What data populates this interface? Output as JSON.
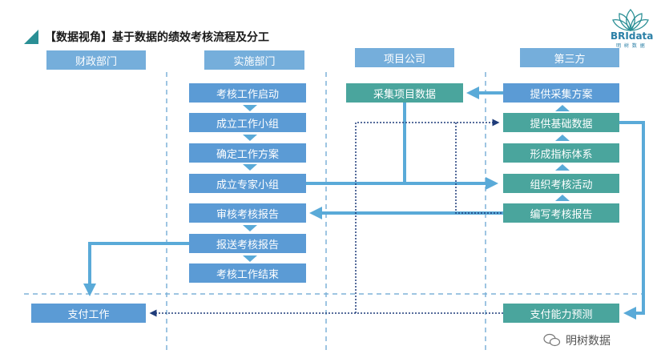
{
  "title": "【数据视角】基于数据的绩效考核流程及分工",
  "logo": {
    "text": "BRIdata",
    "sub": "明 树 数 据"
  },
  "columns": [
    {
      "label": "财政部门"
    },
    {
      "label": "实施部门"
    },
    {
      "label": "项目公司"
    },
    {
      "label": "第三方"
    }
  ],
  "implement_steps": [
    {
      "label": "考核工作启动"
    },
    {
      "label": "成立工作小组"
    },
    {
      "label": "确定工作方案"
    },
    {
      "label": "成立专家小组"
    },
    {
      "label": "审核考核报告"
    },
    {
      "label": "报送考核报告"
    },
    {
      "label": "考核工作结束"
    }
  ],
  "third_party_steps": [
    {
      "label": "提供采集方案"
    },
    {
      "label": "提供基础数据"
    },
    {
      "label": "形成指标体系"
    },
    {
      "label": "组织考核活动"
    },
    {
      "label": "编写考核报告"
    }
  ],
  "project_box": {
    "label": "采集项目数据"
  },
  "finance_box": {
    "label": "支付工作"
  },
  "capability_box": {
    "label": "支付能力预测"
  },
  "watermark": {
    "text": "明树数据"
  },
  "colors": {
    "column_header": "#75aedb",
    "step_blue": "#5b9bd5",
    "step_teal": "#4aa59d",
    "arrow": "#5aaad8",
    "dotted": "#1f3c7a",
    "title_triangle": "#2a8f95"
  }
}
